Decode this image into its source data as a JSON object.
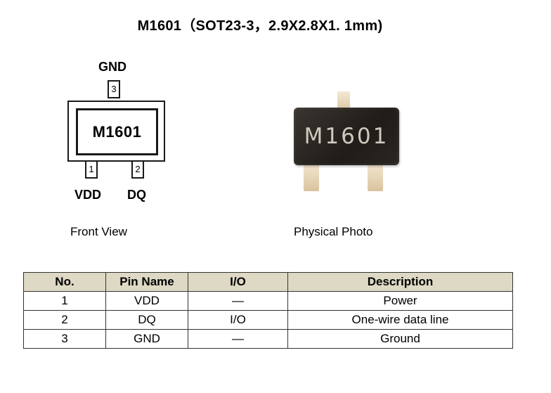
{
  "title": "M1601（SOT23-3，2.9X2.8X1. 1mm)",
  "diagram": {
    "chip_label": "M1601",
    "pins": [
      {
        "number": "1",
        "name": "VDD"
      },
      {
        "number": "2",
        "name": "DQ"
      },
      {
        "number": "3",
        "name": "GND"
      }
    ],
    "caption": "Front View"
  },
  "photo": {
    "marking": "M1601",
    "caption": "Physical Photo"
  },
  "table": {
    "headers": [
      "No.",
      "Pin Name",
      "I/O",
      "Description"
    ],
    "rows": [
      [
        "1",
        "VDD",
        "—",
        "Power"
      ],
      [
        "2",
        "DQ",
        "I/O",
        "One-wire data line"
      ],
      [
        "3",
        "GND",
        "—",
        "Ground"
      ]
    ]
  },
  "colors": {
    "table_header_bg": "#ddd9c4",
    "chip_body": "#2a2622",
    "lead": "#e6d5b5"
  }
}
